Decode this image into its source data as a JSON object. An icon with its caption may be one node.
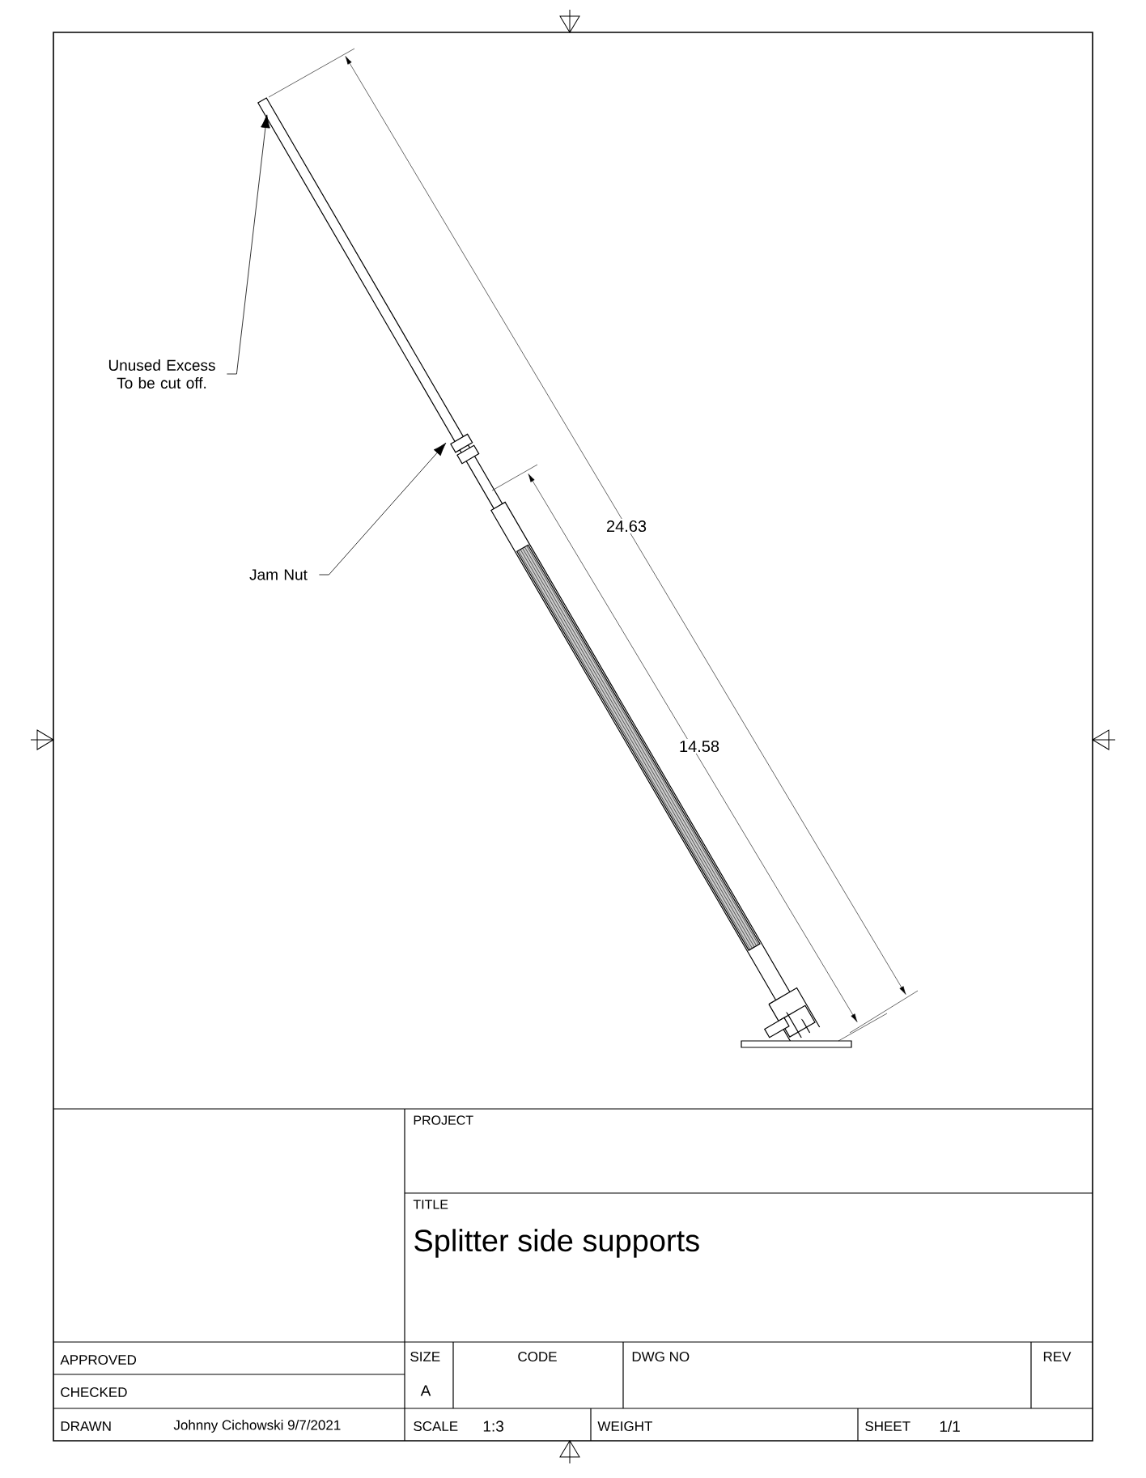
{
  "diagram": {
    "nodes": [
      {
        "text": [
          "Unused Excess To be cut off."
        ]
      },
      {
        "text": [
          "Jam Nut"
        ]
      }
    ],
    "edges": [
      {
        "from": 0,
        "to": null,
        "arrow": "to"
      },
      {
        "from": 1,
        "to": null,
        "arrow": "to"
      }
    ],
    "labels": [
      "24.63",
      "14.58",
      "PROJECT",
      "TITLE",
      "Splitter side supports",
      "APPROVED",
      "CHECKED",
      "SIZE",
      "A",
      "CODE",
      "DWG NO",
      "REV",
      "DRAWN",
      "Johnny Cichowski 9/7/2021",
      "SCALE",
      "1:3",
      "WEIGHT",
      "SHEET",
      "1/1"
    ]
  }
}
